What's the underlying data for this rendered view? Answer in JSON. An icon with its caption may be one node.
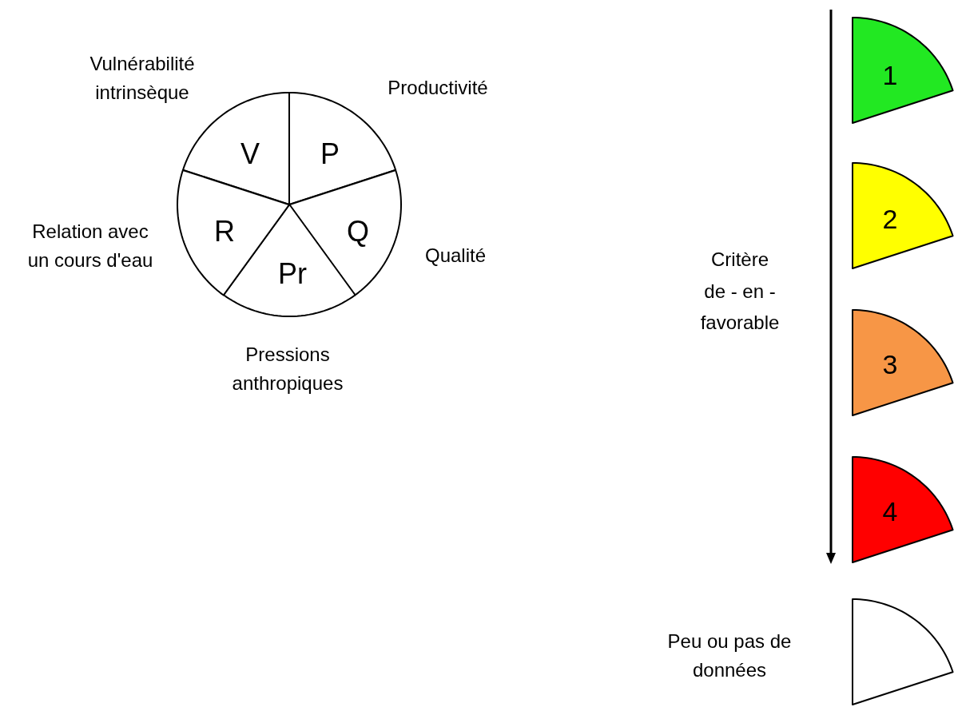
{
  "diagram": {
    "nodes": [
      {
        "text": [
          "V"
        ],
        "beside": [
          "Vulnérabilité intrinsèque"
        ]
      },
      {
        "text": [
          "P"
        ],
        "beside": [
          "Productivité"
        ]
      },
      {
        "text": [
          "Q"
        ],
        "beside": [
          "Qualité"
        ]
      },
      {
        "text": [
          "Pr"
        ],
        "beside": [
          "Pressions anthropiques"
        ]
      },
      {
        "text": [
          "R"
        ],
        "beside": [
          "Relation avec un cours d'eau"
        ]
      },
      {
        "text": [
          "1"
        ]
      },
      {
        "text": [
          "2"
        ]
      },
      {
        "text": [
          "3"
        ]
      },
      {
        "text": [
          "4"
        ]
      },
      {
        "text": [],
        "shape": "wedge",
        "beside": [
          "Peu ou pas de données"
        ]
      }
    ],
    "labels": [
      "Critère de - en - favorable"
    ]
  }
}
